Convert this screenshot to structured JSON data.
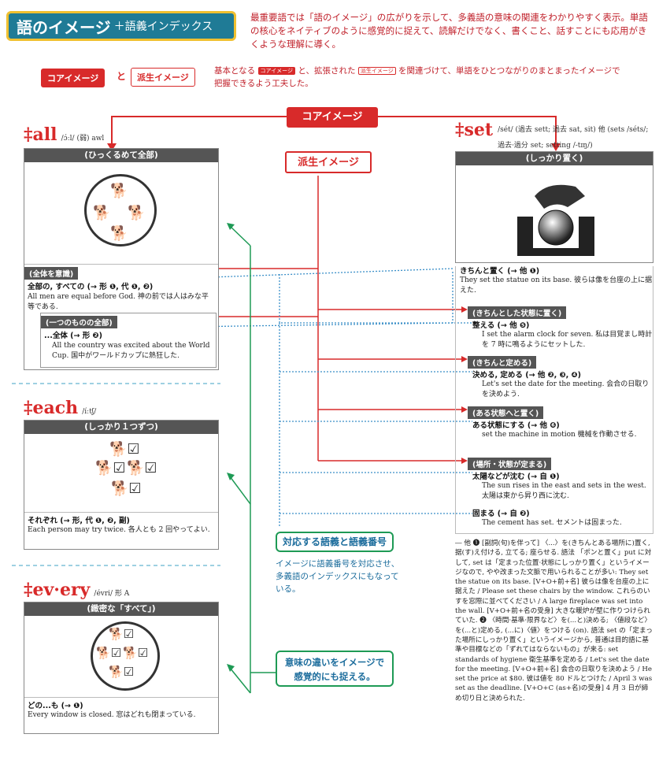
{
  "header": {
    "title_main": "語のイメージ",
    "title_sub": "＋語義インデックス",
    "intro": "最重要語では「語のイメージ」の広がりを示して、多義語の意味の関連をわかりやすく表示。単語の核心をネイティブのように感覚的に捉えて、読解だけでなく、書くこと、話すことにも応用がきくような理解に導く。"
  },
  "legend": {
    "core_label": "コアイメージ",
    "and": "と",
    "derived_label": "派生イメージ",
    "explain_pre": "基本となる",
    "explain_mid": "と、拡張された",
    "explain_post": "を関連づけて、単語をひとつながりのまとまったイメージで把握できるよう工夫した。"
  },
  "callouts": {
    "core_image": "コアイメージ",
    "derived_image": "派生イメージ",
    "sense_index_title": "対応する語義と語義番号",
    "sense_index_note": "イメージに語義番号を対応させ、多義語のインデックスにもなっている。",
    "meaning_diff": "意味の違いをイメージで感覚的にも捉える。"
  },
  "entries": {
    "all": {
      "headword": "‡all",
      "pron": "/ɔ́ːl/ (弱) awl",
      "image_caption": "(ひっくるめて全部)",
      "sub1_head": "(全体を意識)",
      "sub1_def": "全部の, すべての (→ 形 ❶, 代 ❶, ❷)",
      "sub1_ex": "All men are equal before God. 神の前では人はみな平等である.",
      "sub2_head": "(一つのものの全部)",
      "sub2_def": "...全体 (→ 形 ❷)",
      "sub2_ex": "All the country was excited about the World Cup. 国中がワールドカップに熱狂した."
    },
    "each": {
      "headword": "‡each",
      "pron": "/íːtʃ/",
      "image_caption": "(しっかり１つずつ)",
      "def": "それぞれ (→ 形, 代 ❶, ❷, 副)",
      "ex": "Each person may try twice. 各人とも 2 回やってよい."
    },
    "every": {
      "headword": "‡ev·ery",
      "pron": "/évri/ 形 A",
      "image_caption": "(緻密な「すべて」)",
      "def": "どの...も (→ ❶)",
      "ex": "Every window is closed. 窓はどれも閉まっている."
    },
    "set": {
      "headword": "‡set",
      "pron": "/sét/ (過去 sett; 過去 sat, sit) 他 (sets /séts/; 過去·過分 set; setting /-tɪŋ/)",
      "image_caption": "(しっかり置く)",
      "s0_def": "きちんと置く (→ 他 ❶)",
      "s0_ex": "They set the statue on its base. 彼らは像を台座の上に据えた.",
      "s1_head": "(きちんとした状態に置く)",
      "s1_def": "整える (→ 他 ❺)",
      "s1_ex": "I set the alarm clock for seven. 私は目覚まし時計を 7 時に鳴るようにセットした.",
      "s2_head": "(きちんと定める)",
      "s2_def": "決める, 定める (→ 他 ❷, ❸, ❹)",
      "s2_ex": "Let's set the date for the meeting. 会合の日取りを決めよう.",
      "s3_head": "(ある状態へと置く)",
      "s3_def": "ある状態にする (→ 他 ❻)",
      "s3_ex": "set the machine in motion 機械を作動させる.",
      "s4_head": "(場所・状態が定まる)",
      "s4_def": "太陽などが沈む (→ 自 ❶)",
      "s4_ex": "The sun rises in the east and sets in the west. 太陽は東から昇り西に沈む.",
      "s5_def": "固まる (→ 自 ❷)",
      "s5_ex": "The cement has set. セメントは固まった.",
      "body": "― 他 ❶ [副詞(句)を伴って] 〈...〉を(きちんとある場所に)置く, 据(す)え付ける, 立てる; 座らせる. 語法 「ポンと置く」put に対して, set は「定まった位置·状態にしっかり置く」というイメージなので, やや改まった文脈で用いられることが多い: They set the statue on its base. [V+O+前+名] 彼らは像を台座の上に据えた / Please set these chairs by the window. これらのいすを窓際に並べてください / A large fireplace was set into the wall. [V+O+前+名の受身] 大きな暖炉が壁に作りつけられていた. ❷ 〈時間·基準·限界など〉を(...と)決める; 〈値段など〉を(...と)定める, (...に)〈値〉をつける (on). 語法 set の「定まった場所にしっかり置く」というイメージから, 普通は目的語に基準や目標などの「ずれてはならないもの」が来る: set standards of hygiene 衛生基準を定める / Let's set the date for the meeting. [V+O+前+名] 会合の日取りを決めよう / He set the price at $80. 彼は値を 80 ドルとつけた / April 3 was set as the deadline. [V+O+C (as+名)の受身] 4 月 3 日が締め切り日と決められた."
    }
  },
  "colors": {
    "red": "#d82a2a",
    "green": "#1e9a55",
    "blue": "#1b6c9c",
    "dark": "#555555"
  }
}
